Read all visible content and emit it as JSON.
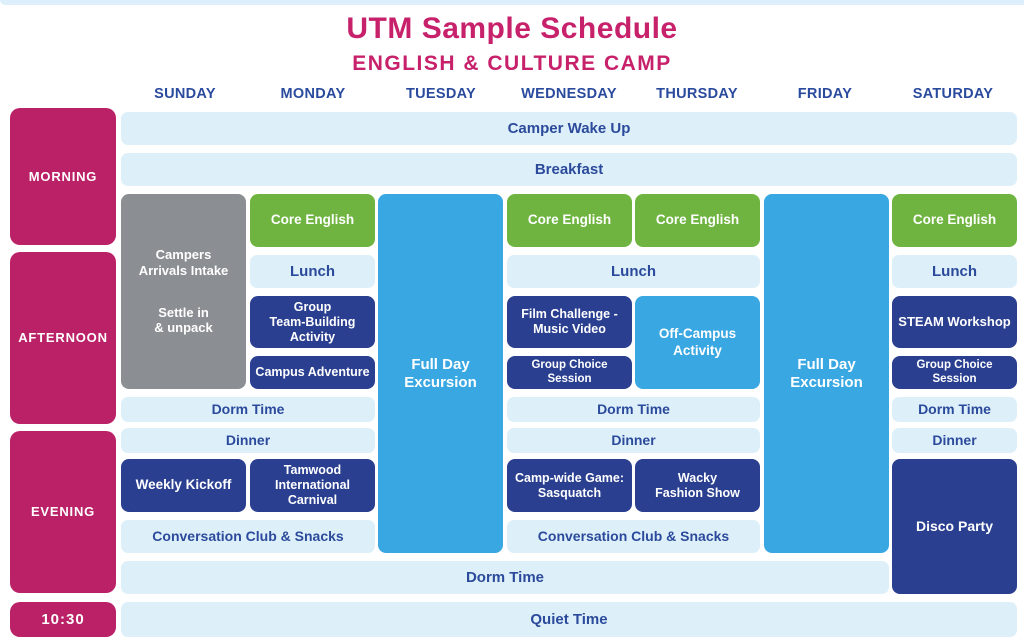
{
  "header": {
    "title": "UTM Sample Schedule",
    "subtitle": "ENGLISH & CULTURE CAMP"
  },
  "days": [
    "SUNDAY",
    "MONDAY",
    "TUESDAY",
    "WEDNESDAY",
    "THURSDAY",
    "FRIDAY",
    "SATURDAY"
  ],
  "rail": {
    "morning": "MORNING",
    "afternoon": "AFTERNOON",
    "evening": "EVENING",
    "late_time": "10:30"
  },
  "labels": {
    "camper_wake_up": "Camper Wake Up",
    "breakfast": "Breakfast",
    "campers_arrival_line1": "Campers\nArrivals Intake",
    "campers_arrival_line2": "Settle in\n& unpack",
    "core_english": "Core English",
    "lunch": "Lunch",
    "group_team_building": "Group\nTeam-Building\nActivity",
    "campus_adventure": "Campus Adventure",
    "full_day_excursion": "Full Day\nExcursion",
    "film_challenge": "Film Challenge -\nMusic Video",
    "group_choice_session": "Group Choice\nSession",
    "off_campus_activity": "Off-Campus\nActivity",
    "steam_workshop": "STEAM Workshop",
    "dorm_time": "Dorm Time",
    "dinner": "Dinner",
    "weekly_kickoff": "Weekly Kickoff",
    "tamwood_carnival": "Tamwood\nInternational\nCarnival",
    "camp_wide_game": "Camp-wide Game:\nSasquatch",
    "wacky_fashion_show": "Wacky\nFashion Show",
    "conversation_club": "Conversation Club & Snacks",
    "disco_party": "Disco Party",
    "quiet_time": "Quiet Time"
  },
  "colors": {
    "magenta": "#ba2167",
    "title_magenta": "#c7216b",
    "header_blue": "#2a4a9e",
    "band_light_blue": "#ddf0fa",
    "band_text_blue": "#2b4a9b",
    "green": "#6fb440",
    "navy": "#2a3f90",
    "mid_blue": "#39a7e2",
    "gray": "#8b8e92",
    "white": "#ffffff"
  }
}
